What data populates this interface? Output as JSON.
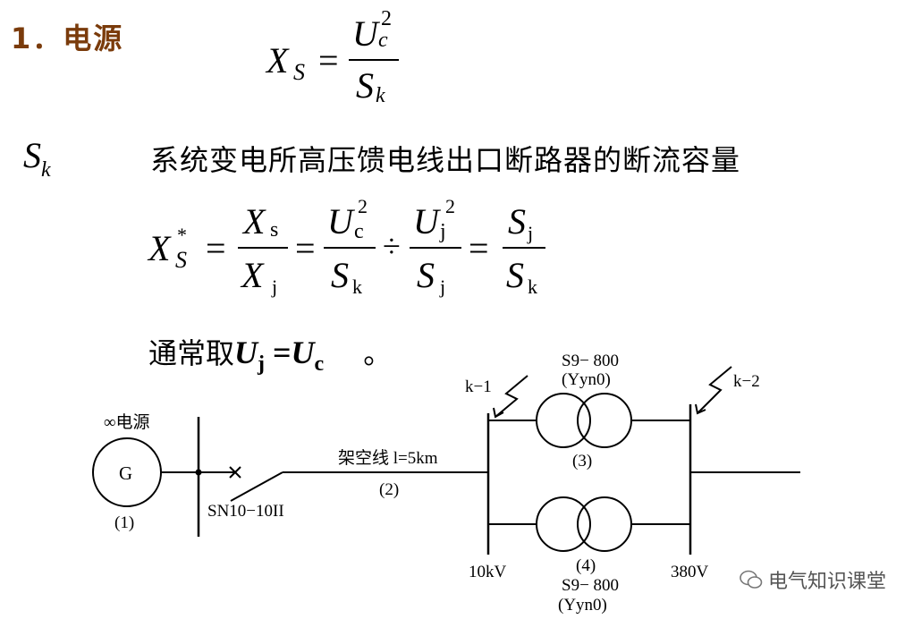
{
  "heading": "1．电源",
  "formula1": {
    "lhs": "X",
    "lhs_sub": "S",
    "num": "U",
    "num_sub": "c",
    "num_sup": "2",
    "den": "S",
    "den_sub": "k"
  },
  "sk_symbol": {
    "base": "S",
    "sub": "k"
  },
  "sk_desc": "系统变电所高压馈电线出口断路器的断流容量",
  "formula2": {
    "lhs": "X",
    "lhs_sub": "S",
    "lhs_sup": "*",
    "f1_num": "X",
    "f1_num_sub": "s",
    "f1_den": "X",
    "f1_den_sub": "j",
    "f2_num": "U",
    "f2_num_sub": "c",
    "f2_num_sup": "2",
    "f2_den": "S",
    "f2_den_sub": "k",
    "div": "÷",
    "f3_num": "U",
    "f3_num_sub": "j",
    "f3_num_sup": "2",
    "f3_den": "S",
    "f3_den_sub": "j",
    "f4_num": "S",
    "f4_num_sub": "j",
    "f4_den": "S",
    "f4_den_sub": "k"
  },
  "usual": {
    "prefix": "通常取",
    "u": "U",
    "sub_j": "j",
    "eq": " =",
    "sub_c": "c",
    "end": "。"
  },
  "diagram": {
    "source_label": "∞电源",
    "generator": "G",
    "label_1": "(1)",
    "breaker": "SN10−10II",
    "line_label": "架空线 l=5km",
    "label_2": "(2)",
    "k1": "k−1",
    "k2": "k−2",
    "t3_name": "S9− 800",
    "t3_conn": "(Yyn0)",
    "label_3": "(3)",
    "label_4": "(4)",
    "t4_name": "S9− 800",
    "t4_conn": "(Yyn0)",
    "v10": "10kV",
    "v380": "380V"
  },
  "watermark": "电气知识课堂"
}
